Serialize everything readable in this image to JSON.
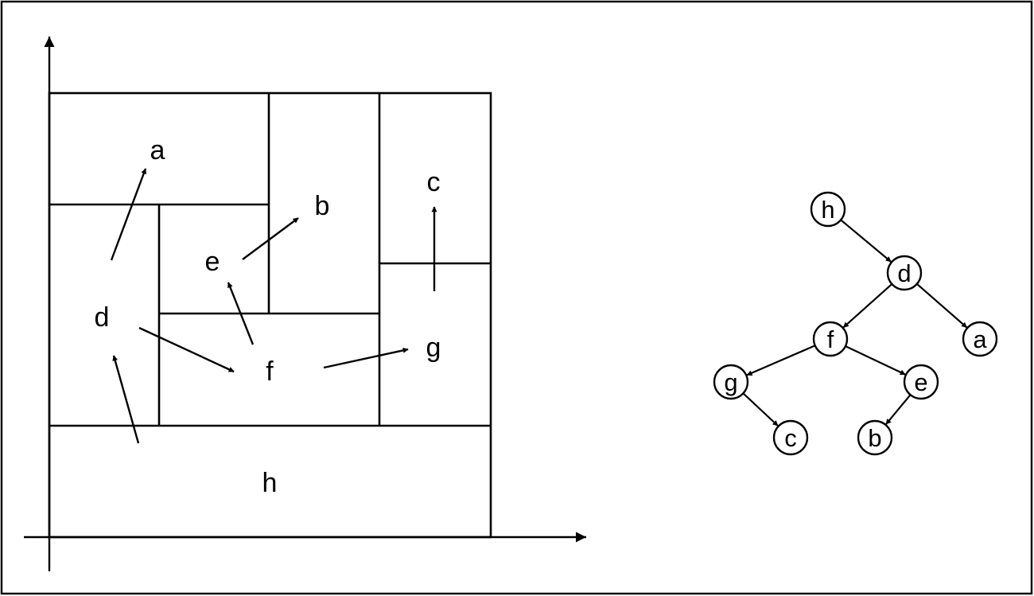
{
  "regions": {
    "a": "a",
    "b": "b",
    "c": "c",
    "d": "d",
    "e": "e",
    "f": "f",
    "g": "g",
    "h": "h"
  },
  "tree": {
    "nodes": {
      "h": "h",
      "d": "d",
      "f": "f",
      "a": "a",
      "g": "g",
      "e": "e",
      "c": "c",
      "b": "b"
    },
    "edges": [
      [
        "h",
        "d"
      ],
      [
        "d",
        "f"
      ],
      [
        "d",
        "a"
      ],
      [
        "f",
        "g"
      ],
      [
        "f",
        "e"
      ],
      [
        "g",
        "c"
      ],
      [
        "e",
        "b"
      ]
    ]
  }
}
